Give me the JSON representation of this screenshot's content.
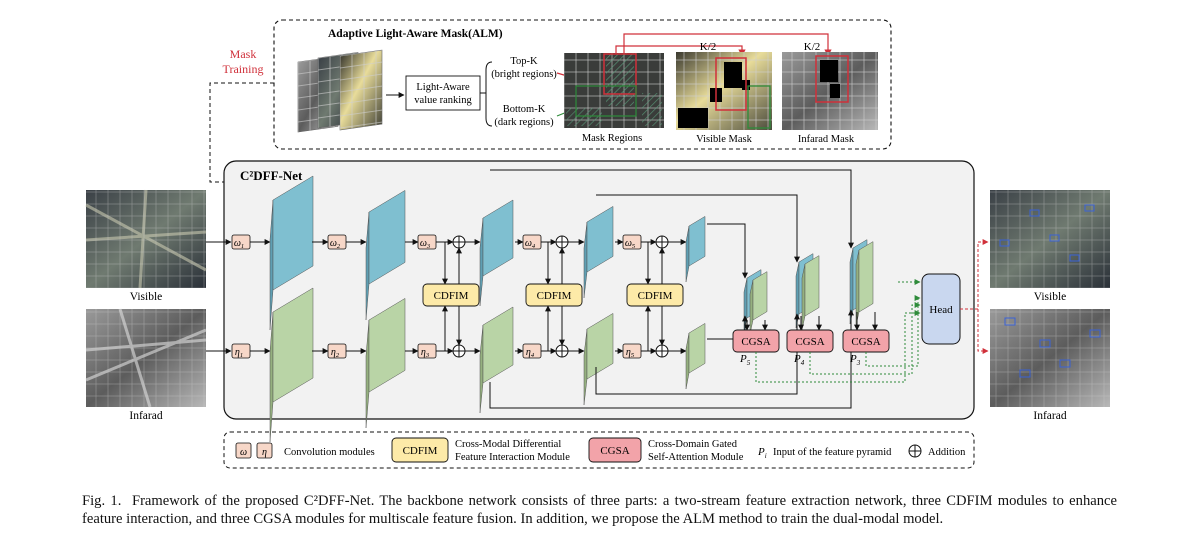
{
  "alm": {
    "title": "Adaptive Light-Aware Mask(ALM)",
    "mask_training": [
      "Mask",
      "Training"
    ],
    "ranking": [
      "Light-Aware",
      "value ranking"
    ],
    "topk": [
      "Top-K",
      "(bright regions)"
    ],
    "bottomk": [
      "Bottom-K",
      "(dark regions)"
    ],
    "mask_regions": "Mask Regions",
    "visible_mask": "Visible Mask",
    "infrared_mask": "Infarad Mask",
    "k2": "K/2"
  },
  "net": {
    "title": "C²DFF-Net",
    "omega": [
      "ω1",
      "ω2",
      "ω3",
      "ω4",
      "ω5"
    ],
    "eta": [
      "η1",
      "η2",
      "η3",
      "η4",
      "η5"
    ],
    "cdfim": "CDFIM",
    "cgsa": "CGSA",
    "head": "Head",
    "pyramid": [
      "P5",
      "P4",
      "P3"
    ]
  },
  "images": {
    "visible_in": "Visible",
    "infrared_in": "Infarad",
    "visible_out": "Visible",
    "infrared_out": "Infarad"
  },
  "legend": {
    "conv": "Convolution modules",
    "cdfim_box": "CDFIM",
    "cdfim_desc": [
      "Cross-Modal Differential",
      "Feature Interaction Module"
    ],
    "cgsa_box": "CGSA",
    "cgsa_desc": [
      "Cross-Domain Gated",
      "Self-Attention Module"
    ],
    "pi_symbol": "Pi",
    "pi_desc": "Input of the  feature pyramid",
    "addition": "Addition"
  },
  "caption": {
    "fig": "Fig. 1.",
    "text": "Framework of the proposed C²DFF-Net. The backbone network consists of three parts: a two-stream feature extraction network, three CDFIM modules to enhance feature interaction, and three CGSA modules for multiscale feature fusion. In addition, we propose the ALM method to train the dual-modal model."
  },
  "colors": {
    "blue_face": "#7fbfd0",
    "blue_side": "#a9d6e2",
    "blue_top": "#5f9fb3",
    "green_face": "#b9d4a6",
    "green_side": "#d3e6c4",
    "green_top": "#95b07f",
    "conv_fill": "#f7d7c8",
    "cdfim_fill": "#fdeaa8",
    "cgsa_fill": "#f2a3a9",
    "head_fill": "#c9d7ef",
    "red": "#d0303a",
    "dark_green": "#2e8b3a"
  }
}
